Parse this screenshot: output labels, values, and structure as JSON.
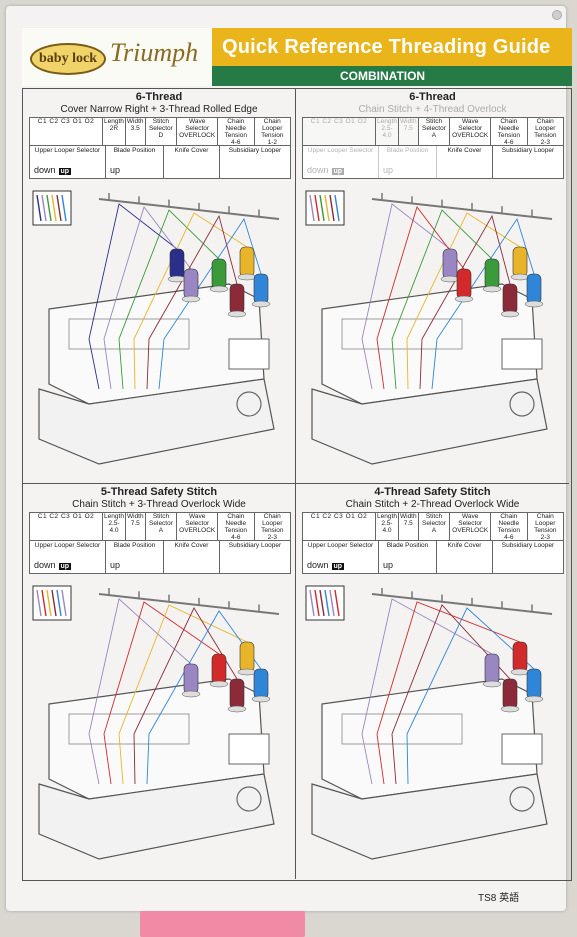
{
  "header": {
    "brand_oval": "baby lock",
    "brand_script": "Triumph",
    "title": "Quick Reference Threading Guide",
    "section": "COMBINATION"
  },
  "labels": {
    "length": "Length",
    "width": "Width",
    "stitch_selector": "Stitch Selector",
    "wave_selector": "Wave Selector",
    "chain_needle_tension": "Chain Needle Tension",
    "chain_looper_tension": "Chain Looper Tension",
    "needles": "C1 C2 C3 O1 O2",
    "upper_looper_selector": "Upper Looper Selector",
    "blade_position": "Blade Position",
    "knife_cover": "Knife Cover",
    "subsidiary_looper": "Subsidiary Looper"
  },
  "panels": [
    {
      "title": "6-Thread",
      "subtitle": "Cover Narrow Right + 3-Thread Rolled Edge",
      "length": "2R",
      "width": "3.5",
      "stitch": "D",
      "wave": "OVERLOCK",
      "needle_tension": "4-6",
      "looper_tension": "1-2",
      "looper_selector": "down",
      "looper_up": "up",
      "blade": "up"
    },
    {
      "title": "6-Thread",
      "subtitle": "Chain Stitch + 4-Thread Overlock",
      "length": "2.5-4.0",
      "width": "7.5",
      "stitch": "A",
      "wave": "OVERLOCK",
      "needle_tension": "4-6",
      "looper_tension": "2-3",
      "looper_selector": "down",
      "looper_up": "up",
      "blade": "up"
    },
    {
      "title": "5-Thread Safety Stitch",
      "subtitle": "Chain Stitch + 3-Thread Overlock Wide",
      "length": "2.5-4.0",
      "width": "7.5",
      "stitch": "A",
      "wave": "OVERLOCK",
      "needle_tension": "4-6",
      "looper_tension": "2-3",
      "looper_selector": "down",
      "looper_up": "up",
      "blade": "up"
    },
    {
      "title": "4-Thread Safety Stitch",
      "subtitle": "Chain Stitch + 2-Thread Overlock Wide",
      "length": "2.5-4.0",
      "width": "7.5",
      "stitch": "A",
      "wave": "OVERLOCK",
      "needle_tension": "4-6",
      "looper_tension": "2-3",
      "looper_selector": "down",
      "looper_up": "up",
      "blade": "up"
    }
  ],
  "footer": {
    "code": "TS8 英語"
  },
  "colors": {
    "yellow_bar": "#eab51a",
    "green_bar": "#267a46",
    "spool_navy": "#2a2f8a",
    "spool_purple": "#9a86c2",
    "spool_green": "#3b9a3a",
    "spool_maroon": "#8c2a3a",
    "spool_blue": "#2f86d8",
    "spool_yellow": "#e8b52a",
    "spool_red": "#d22a2a"
  }
}
